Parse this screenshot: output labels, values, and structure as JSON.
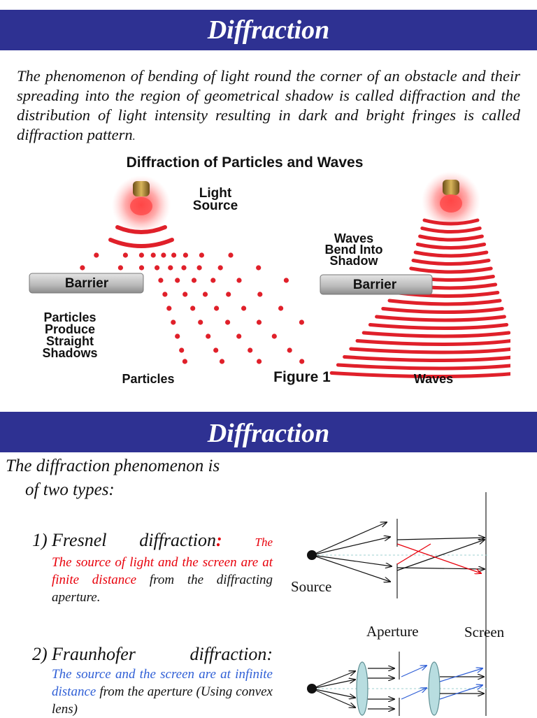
{
  "slide1": {
    "title": "Diffraction",
    "intro_main": "The phenomenon of bending of light round the corner of an obstacle and their spreading into the region of geometrical shadow is called diffraction and the distribution of light intensity resulting in dark and bright fringes is called diffraction pattern",
    "intro_end": ".",
    "figure": {
      "title": "Diffraction of Particles and Waves",
      "light_source": [
        "Light",
        "Source"
      ],
      "barrier_left": "Barrier",
      "barrier_right": "Barrier",
      "particles_note": [
        "Particles",
        "Produce",
        "Straight",
        "Shadows"
      ],
      "waves_note": [
        "Waves",
        "Bend Into",
        "Shadow"
      ],
      "particles_label": "Particles",
      "figure_label": "Figure 1",
      "waves_label": "Waves"
    }
  },
  "slide2": {
    "title": "Diffraction",
    "types_intro_1": "The diffraction phenomenon is",
    "types_intro_2": "of two types:",
    "fresnel": {
      "number": "1)",
      "title": "Fresnel diffraction",
      "colon": ":",
      "red_text": "The source of light and the screen are at finite distance",
      "rest": "from the diffracting aperture."
    },
    "fraunhofer": {
      "number": "2)",
      "title": "Fraunhofer diffraction:",
      "blue_text": "The source and the screen are at infinite distance",
      "rest": "from the aperture (Using convex lens)"
    },
    "diagram": {
      "source_label": "Source",
      "aperture_label": "Aperture",
      "screen_label": "Screen"
    }
  },
  "colors": {
    "banner": "#2e3192",
    "red_text": "#e8000b",
    "blue_text": "#2f5fd6",
    "dots": "#e0202a"
  }
}
